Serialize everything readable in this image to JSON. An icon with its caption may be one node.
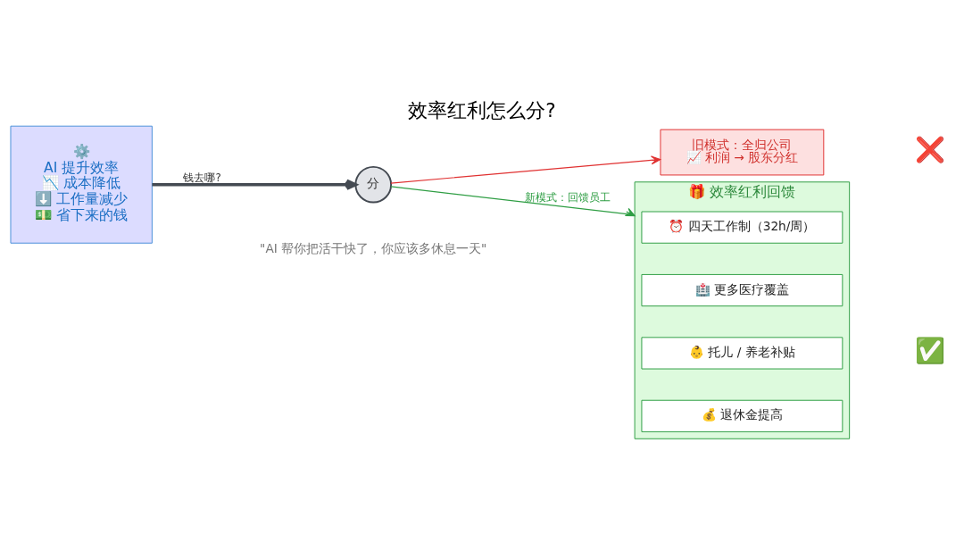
{
  "diagram": {
    "title": "效率红利怎么分?",
    "caption": "\"AI 帮你把活干快了，你应该多休息一天\"",
    "nodes": [
      {
        "text": [
          "⚙️",
          "AI 提升效率",
          "📉 成本降低",
          "⬇️ 工作量减少",
          "💵 省下来的钱"
        ]
      },
      {
        "text": [
          "分"
        ]
      },
      {
        "text": [
          "旧模式：全归公司",
          "📈 利润 → 股东分红"
        ],
        "beside": [
          "❌"
        ]
      },
      {
        "text": [
          "🎁 效率红利回馈"
        ],
        "beside": [
          "✅"
        ]
      },
      {
        "text": [
          "⏰ 四天工作制（32h/周）"
        ],
        "in": 3
      },
      {
        "text": [
          "🏥 更多医疗覆盖"
        ],
        "in": 3
      },
      {
        "text": [
          "👶 托儿 / 养老补贴"
        ],
        "in": 3
      },
      {
        "text": [
          "💰 退休金提高"
        ],
        "in": 3
      }
    ],
    "edges": [
      {
        "from": 0,
        "to": 1,
        "arrow": "to",
        "label": "钱去哪?",
        "style": "thick"
      },
      {
        "from": 1,
        "to": 2,
        "arrow": "to",
        "color": "#e03131"
      },
      {
        "from": 1,
        "to": 3,
        "arrow": "to",
        "label": "新模式：回馈员工",
        "color": "#2f9e44"
      }
    ]
  }
}
